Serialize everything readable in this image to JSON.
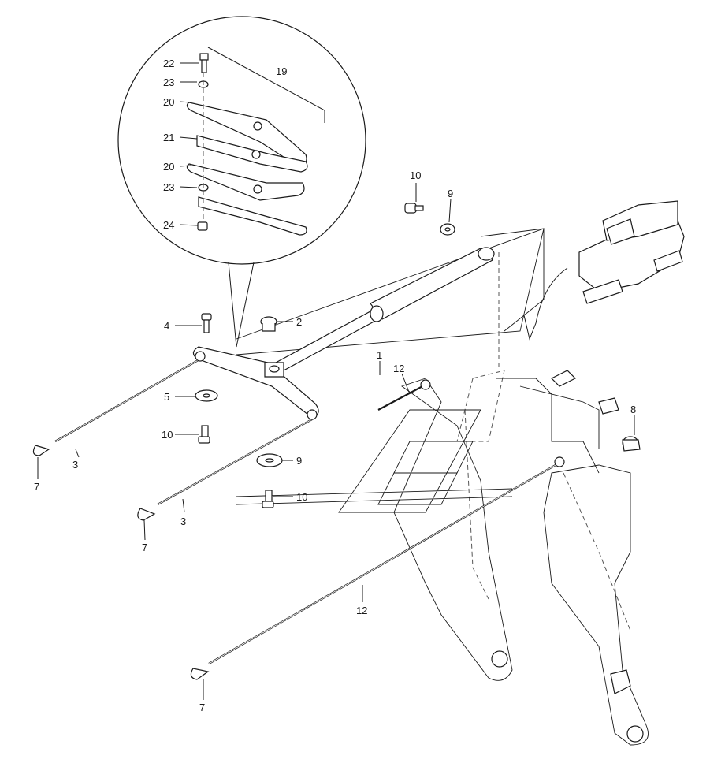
{
  "labels": {
    "l22": "22",
    "l23a": "23",
    "l20a": "20",
    "l21": "21",
    "l20b": "20",
    "l23b": "23",
    "l24": "24",
    "l19": "19",
    "l10a": "10",
    "l9a": "9",
    "l4": "4",
    "l2": "2",
    "l1": "1",
    "l12a": "12",
    "l5": "5",
    "l8": "8",
    "l10b": "10",
    "l9b": "9",
    "l10c": "10",
    "l3a": "3",
    "l3b": "3",
    "l7a": "7",
    "l7b": "7",
    "l12b": "12",
    "l7c": "7"
  }
}
